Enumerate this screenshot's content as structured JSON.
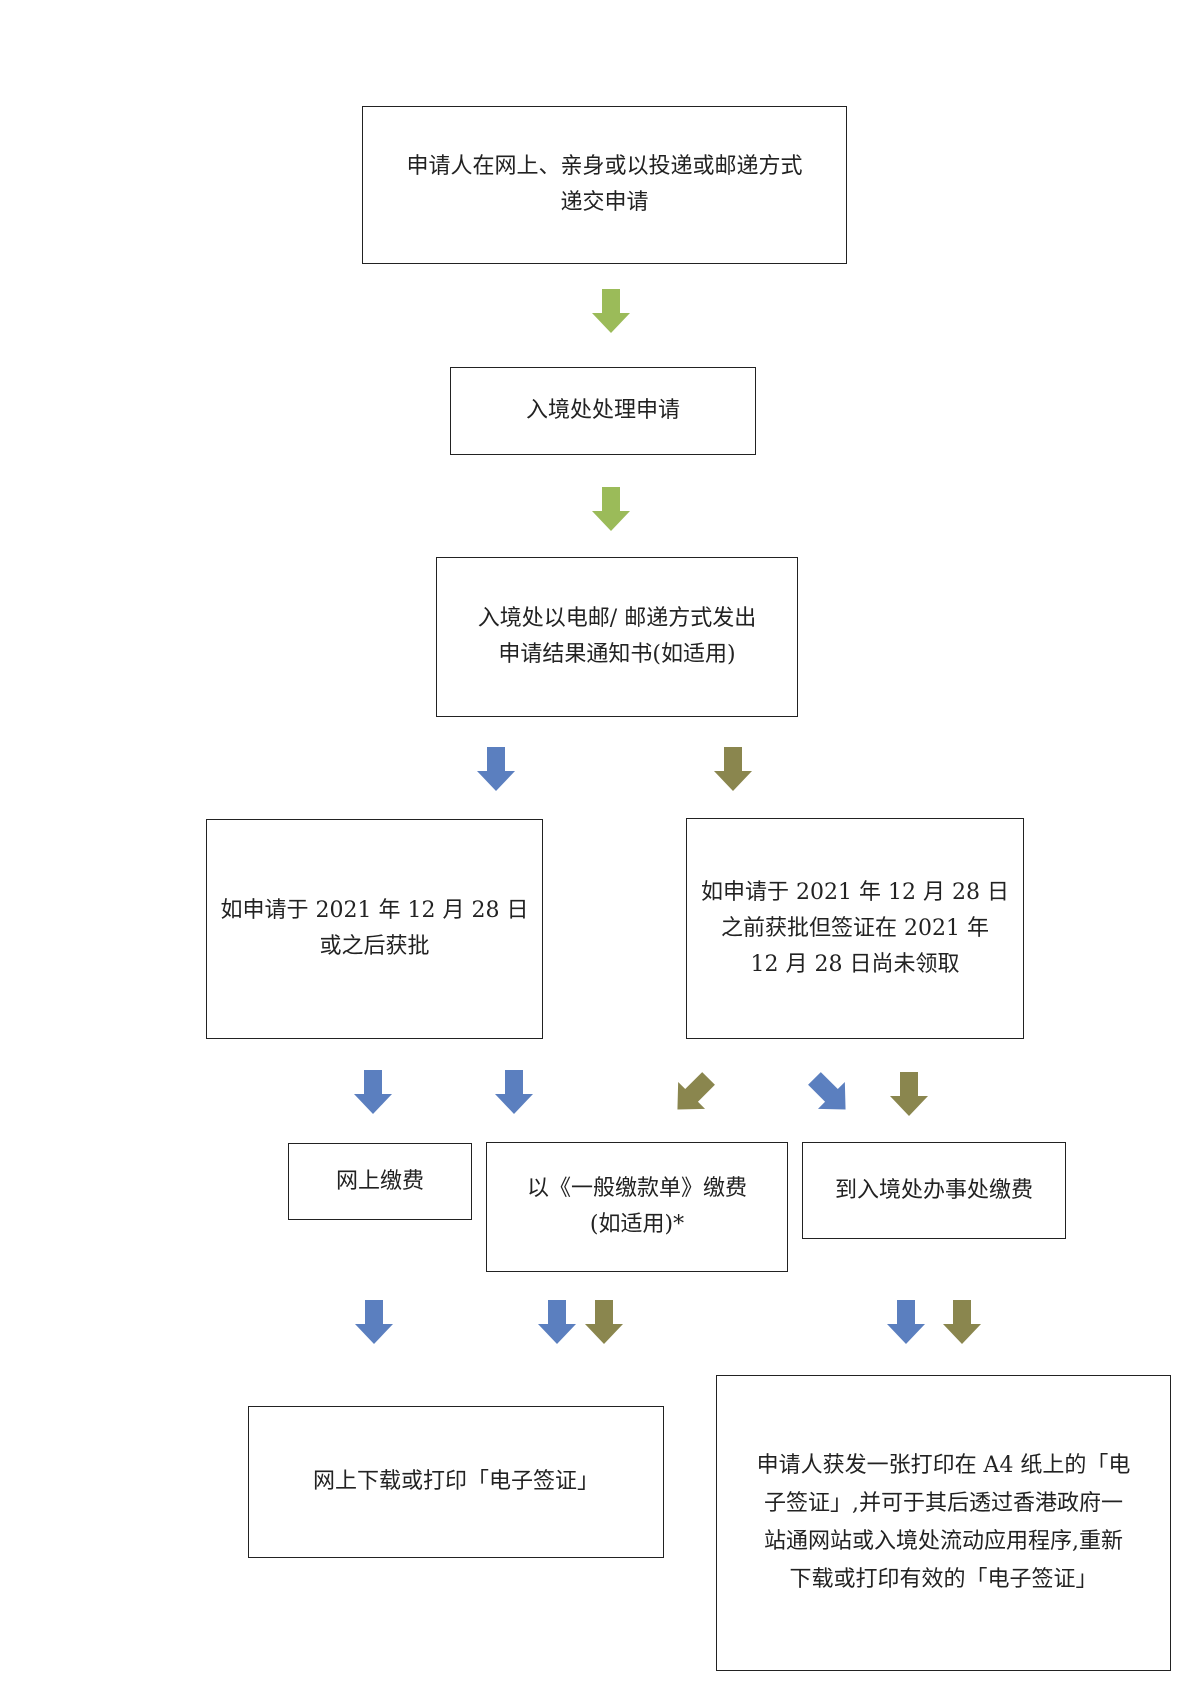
{
  "nodes": {
    "submit": [
      "申请人在网上、亲身或以投递或邮递方式",
      "递交申请"
    ],
    "process": [
      "入境处处理申请"
    ],
    "notify": [
      "入境处以电邮/ 邮递方式发出",
      "申请结果通知书(如适用)"
    ],
    "approved_after": [
      "如申请于 2021 年 12 月 28 日",
      "或之后获批"
    ],
    "approved_before": [
      "如申请于 2021 年 12 月 28 日",
      "之前获批但签证在 2021 年",
      "12 月 28 日尚未领取"
    ],
    "pay_online": [
      "网上缴费"
    ],
    "pay_form": [
      "以《一般缴款单》缴费",
      "(如适用)*"
    ],
    "pay_office": [
      "到入境处办事处缴费"
    ],
    "download": [
      "网上下载或打印「电子签证」"
    ],
    "a4_evisa": [
      "申请人获发一张打印在 A4 纸上的「电",
      "子签证」,并可于其后透过香港政府一",
      "站通网站或入境处流动应用程序,重新",
      "下载或打印有效的「电子签证」"
    ]
  },
  "colors": {
    "green": "#9bbb59",
    "blue": "#5b7fbf",
    "olive": "#8a864e"
  }
}
